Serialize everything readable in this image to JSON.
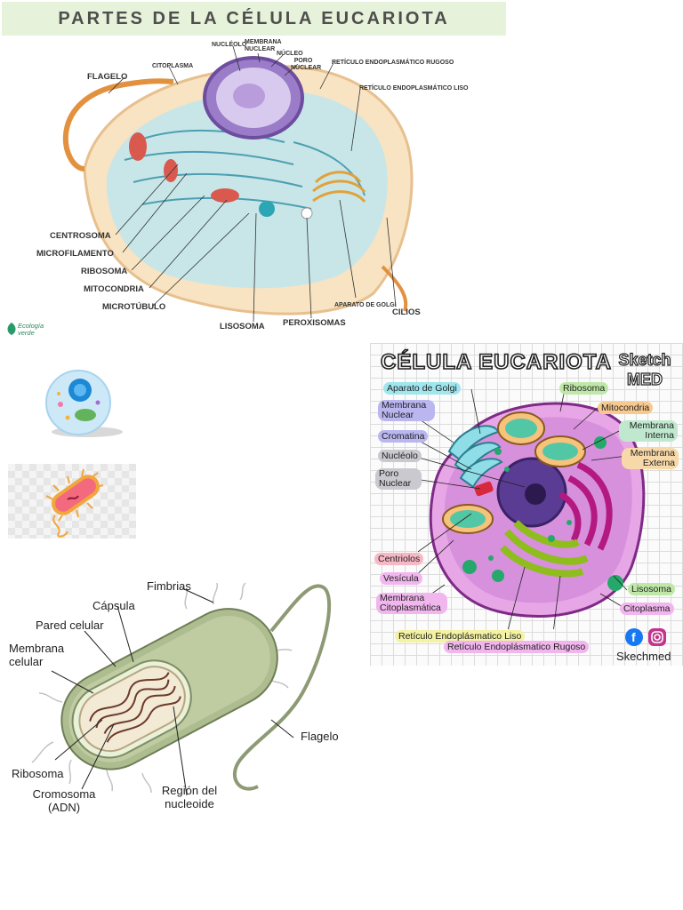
{
  "eukaryote_diagram": {
    "title": "PARTES DE LA CÉLULA EUCARIOTA",
    "labels": {
      "nucleolo": "NUCLÉOLO",
      "membrana_nuclear": "MEMBRANA NUCLEAR",
      "nucleo": "NÚCLEO",
      "poro_nuclear": "PORO NUCLEAR",
      "rer": "RETÍCULO ENDOPLASMÁTICO RUGOSO",
      "rel": "RETÍCULO ENDOPLASMÁTICO LISO",
      "flagelo": "FLAGELO",
      "citoplasma": "CITOPLASMA",
      "centrosoma": "CENTROSOMA",
      "microfilamento": "MICROFILAMENTO",
      "ribosoma": "RIBOSOMA",
      "mitocondria": "MITOCONDRIA",
      "microtubulo": "MICROTÚBULO",
      "lisosoma": "LISOSOMA",
      "peroxisomas": "PEROXISOMAS",
      "aparato_golgi": "APARATO DE GOLGI",
      "cilios": "CILIOS"
    },
    "logo_text": "Ecología verde"
  },
  "sketchmed": {
    "title": "CÉLULA EUCARIOTA",
    "brand": "Sketch MED",
    "footer": "Skechmed",
    "labels": {
      "golgi": "Aparato de Golgi",
      "ribosoma": "Ribosoma",
      "membrana_nuclear": "Membrana Nuclear",
      "mitocondria": "Mitocondria",
      "cromatina": "Cromatina",
      "membrana_interna": "Membrana Interna",
      "nucleolo": "Nucléolo",
      "membrana_externa": "Membrana Externa",
      "poro_nuclear": "Poro Nuclear",
      "centriolos": "Centriolos",
      "vesicula": "Vesícula",
      "lisosoma": "Lisosoma",
      "membrana_cito": "Membrana Citoplasmática",
      "citoplasma": "Citoplasma",
      "rel": "Retículo Endoplásmatico Liso",
      "rer": "Retículo Endoplásmatico Rugoso"
    },
    "colors": {
      "cyan": "#9fe6ef",
      "green": "#bfe8a8",
      "orange": "#f7c98f",
      "blue": "#b9b6f0",
      "gray": "#c9c9cf",
      "pink": "#f7b8c6",
      "violet": "#f2b6ee",
      "yellow": "#f4f2a3"
    }
  },
  "prokaryote_diagram": {
    "labels": {
      "fimbrias": "Fimbrias",
      "capsula": "Cápsula",
      "pared_celular": "Pared celular",
      "membrana_celular": "Membrana celular",
      "ribosoma": "Ribosoma",
      "cromosoma": "Cromosoma (ADN)",
      "region_nucleoide": "Región del nucleoide",
      "flagelo": "Flagelo"
    }
  },
  "icons": [
    "cell-icon",
    "bacterium-icon"
  ]
}
